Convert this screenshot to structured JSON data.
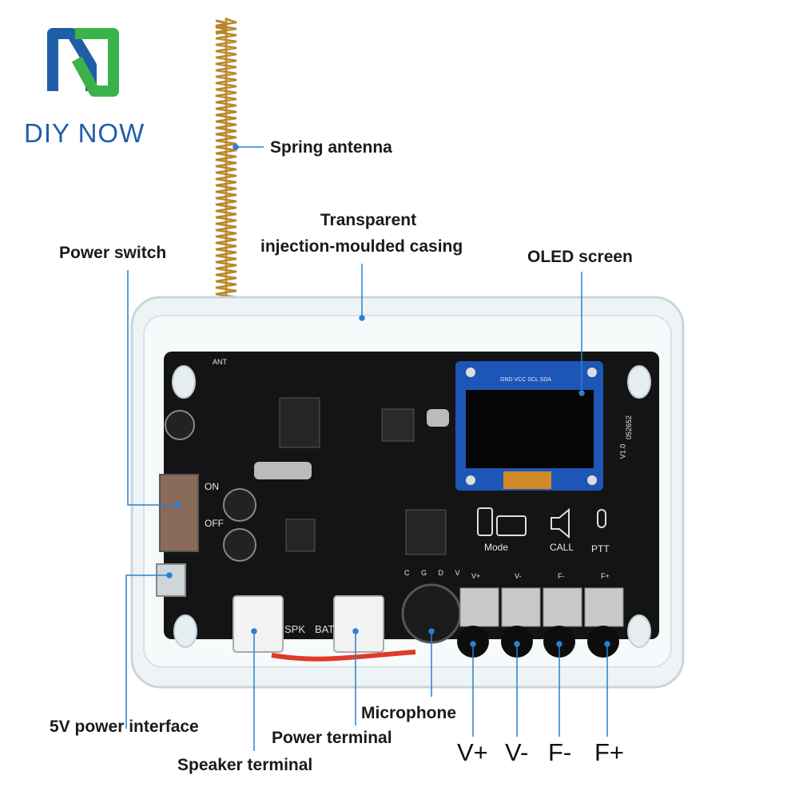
{
  "brand": {
    "name": "DIY NOW",
    "colors": {
      "blue": "#1f5fa8",
      "green": "#3bb34a"
    }
  },
  "callouts": {
    "spring_antenna": "Spring antenna",
    "casing_line1": "Transparent",
    "casing_line2": "injection-moulded casing",
    "oled_screen": "OLED screen",
    "power_switch": "Power switch",
    "power_interface": "5V power interface",
    "speaker_terminal": "Speaker terminal",
    "power_terminal": "Power terminal",
    "microphone": "Microphone",
    "v_plus": "V+",
    "v_minus": "V-",
    "f_minus": "F-",
    "f_plus": "F+"
  },
  "board": {
    "on": "ON",
    "off": "OFF",
    "spk": "SPK",
    "bat": "BAT",
    "mode": "Mode",
    "call": "CALL",
    "ptt": "PTT",
    "version": "V1.0",
    "code": "052652",
    "oled_pins": "GND VCC SCL SDA",
    "btn_v_plus": "V+",
    "btn_v_minus": "V-",
    "btn_f_minus": "F-",
    "btn_f_plus": "F+",
    "ant": "ANT",
    "pin_labels": "C G D V"
  }
}
